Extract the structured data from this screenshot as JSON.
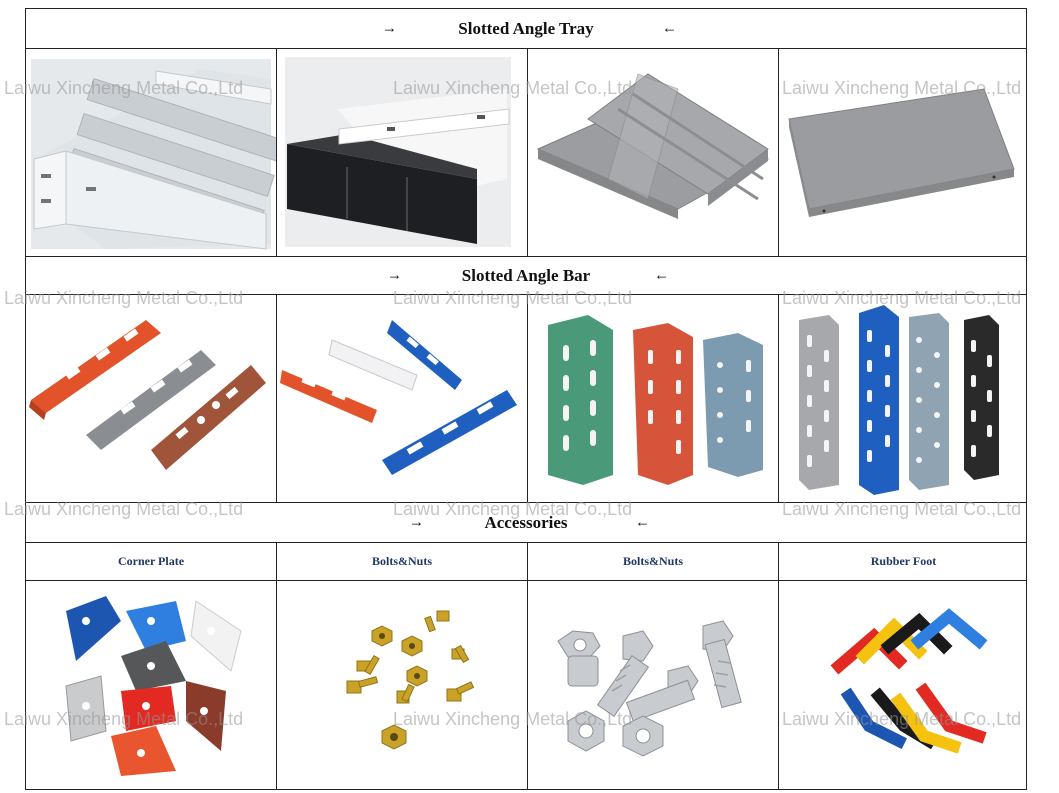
{
  "sections": {
    "tray": {
      "title": "Slotted Angle Tray",
      "arrow_left": "→",
      "arrow_right": "←"
    },
    "bar": {
      "title": "Slotted Angle Bar",
      "arrow_left": "→",
      "arrow_right": "←"
    },
    "accessories": {
      "title": "Accessories",
      "arrow_left": "→",
      "arrow_right": "←"
    }
  },
  "accessory_labels": [
    "Corner Plate",
    "Bolts&Nuts",
    "Bolts&Nuts",
    "Rubber Foot"
  ],
  "watermark": "Laiwu Xincheng Metal Co.,Ltd",
  "colors": {
    "border": "#222222",
    "accessory_label": "#1f3864",
    "tray_gray": "#9a9c9f",
    "bar_orange": "#e2532c",
    "bar_blue": "#1f5fbf",
    "bar_green": "#4a9a7a",
    "bar_gray": "#8a8d91",
    "bar_brown": "#a0543a",
    "bar_black": "#2a2a2a"
  }
}
